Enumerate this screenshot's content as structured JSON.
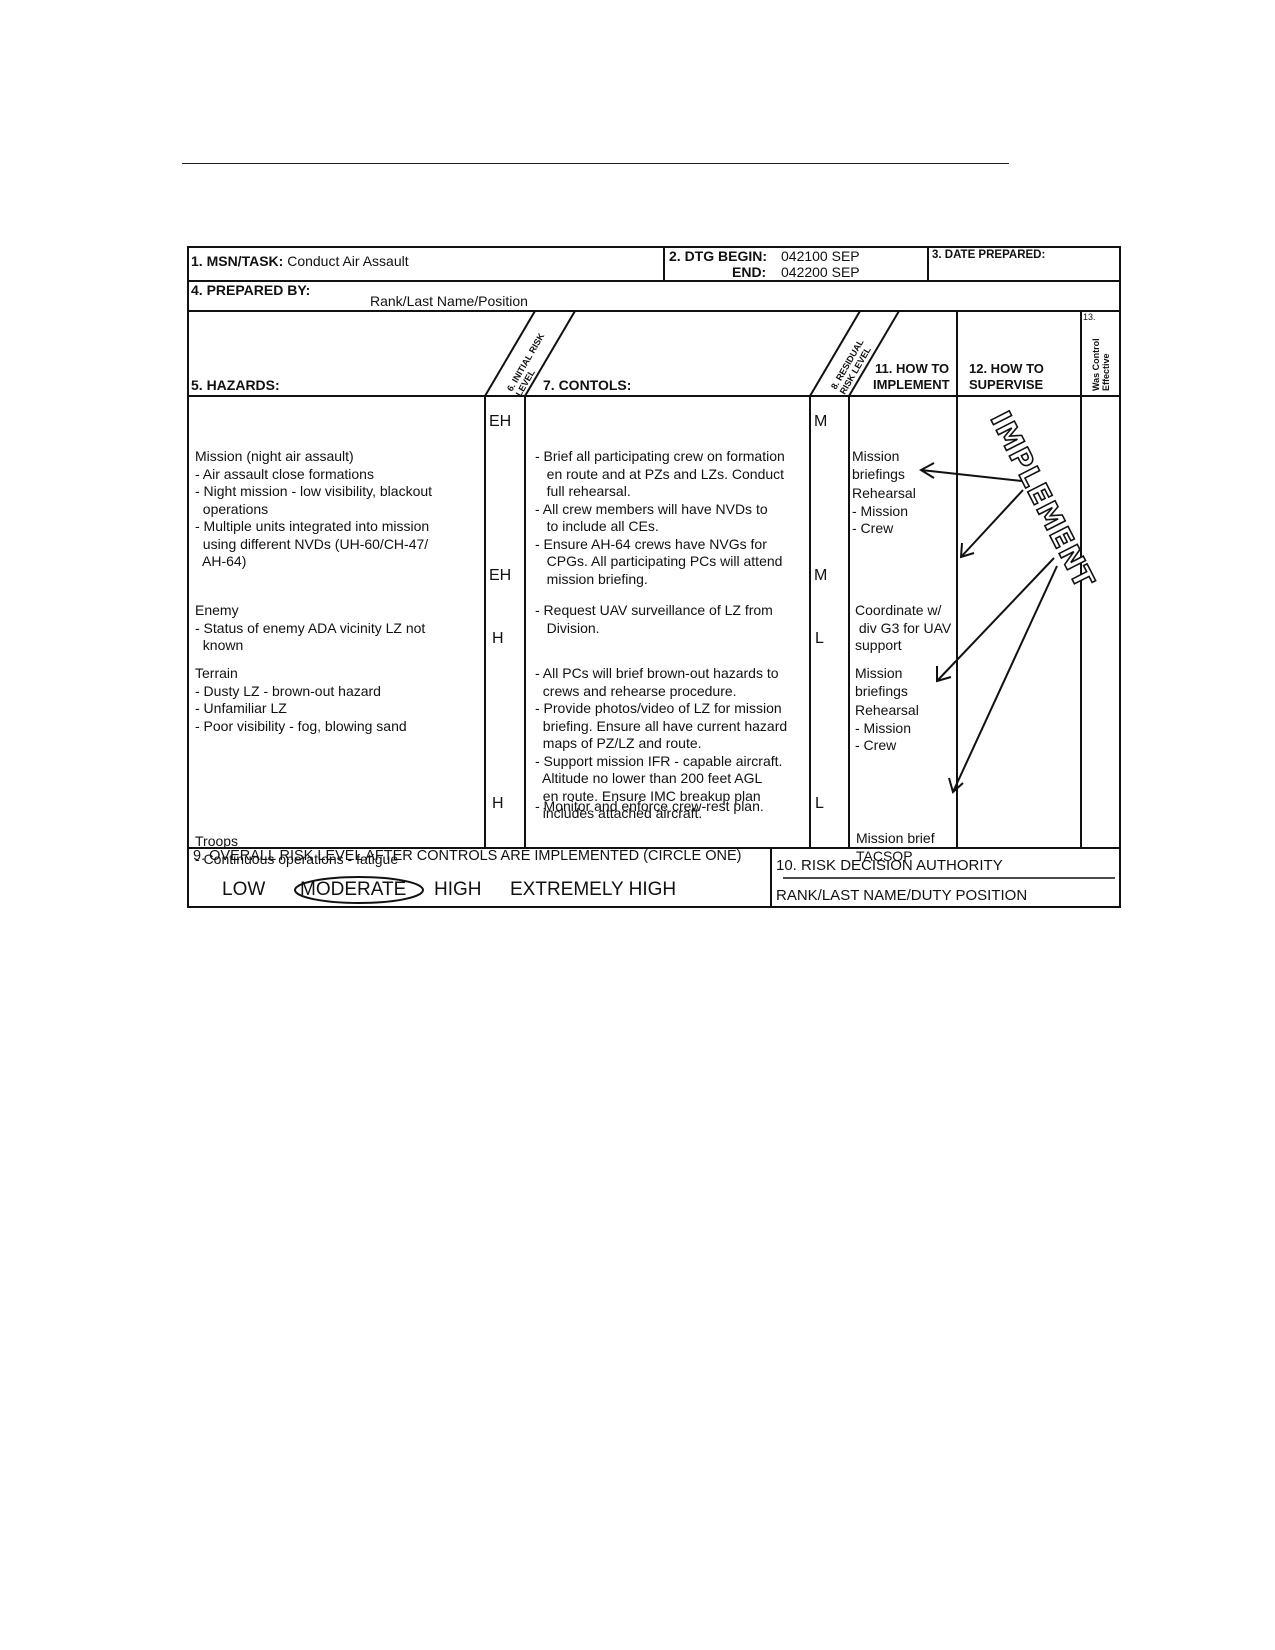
{
  "header": {
    "msn_label": "1. MSN/TASK:",
    "msn_value": "Conduct Air Assault",
    "dtg_begin_label": "2. DTG BEGIN:",
    "dtg_begin_value": "042100 SEP",
    "dtg_end_label": "END:",
    "dtg_end_value": "042200 SEP",
    "date_prepared_label": "3. DATE PREPARED:",
    "prepared_by_label": "4. PREPARED BY:",
    "prepared_by_value": "Rank/Last Name/Position"
  },
  "columns": {
    "hazards": "5. HAZARDS:",
    "initial_risk_line1": "6. INITIAL RISK",
    "initial_risk_line2": "LEVEL",
    "controls": "7. CONTOLS:",
    "residual_risk_line1": "8. RESIDUAL",
    "residual_risk_line2": "RISK LEVEL",
    "how_implement_line1": "11. HOW TO",
    "how_implement_line2": "IMPLEMENT",
    "how_supervise_line1": "12. HOW TO",
    "how_supervise_line2": "SUPERVISE",
    "was_effective_num": "13.",
    "was_effective_line1": "Was Control",
    "was_effective_line2": "Effective"
  },
  "rows": [
    {
      "hazard": [
        "Mission (night air assault)",
        "- Air assault close formations",
        "- Night mission - low visibility, blackout",
        "  operations",
        "- Multiple units integrated into mission",
        "  using different NVDs (UH-60/CH-47/",
        "  AH-64)"
      ],
      "initial": "EH",
      "controls": [
        "- Brief all participating crew on formation",
        "   en route and at PZs and LZs. Conduct",
        "   full rehearsal.",
        "- All crew members will have NVDs to",
        "   to include all CEs.",
        "- Ensure AH-64 crews have NVGs for",
        "   CPGs. All participating PCs will attend",
        "   mission briefing."
      ],
      "residual": "M",
      "implement": [
        "Mission",
        "briefings",
        "Rehearsal",
        "- Mission",
        "- Crew"
      ]
    },
    {
      "hazard": [
        "Enemy",
        "- Status of enemy ADA vicinity LZ not",
        "  known"
      ],
      "initial": "EH",
      "controls": [
        "- Request UAV surveillance of LZ from",
        "   Division."
      ],
      "residual": "M",
      "implement": [
        "Coordinate w/",
        " div G3 for UAV",
        "support"
      ]
    },
    {
      "hazard": [
        "Terrain",
        "- Dusty LZ - brown-out hazard",
        "- Unfamiliar LZ",
        "- Poor visibility - fog, blowing sand"
      ],
      "initial": "H",
      "controls": [
        "- All PCs will brief brown-out hazards to",
        "  crews and rehearse procedure.",
        "- Provide photos/video of LZ for mission",
        "  briefing. Ensure all have current hazard",
        "  maps of PZ/LZ and route.",
        "- Support mission IFR - capable aircraft.",
        "  Altitude no lower than 200 feet AGL",
        "  en route. Ensure IMC breakup plan",
        "  includes attached aircraft."
      ],
      "residual": "L",
      "implement": [
        "Mission",
        "briefings",
        "Rehearsal",
        "- Mission",
        "- Crew"
      ]
    },
    {
      "hazard": [
        "Troops",
        "- Continuous operations - fatigue"
      ],
      "initial": "H",
      "controls": [
        "- Monitor and enforce crew-rest plan."
      ],
      "residual": "L",
      "implement": [
        "Mission brief",
        "TACSOP"
      ]
    }
  ],
  "overall": {
    "label": "9. OVERALL RISK LEVEL AFTER CONTROLS ARE IMPLEMENTED (CIRCLE ONE)",
    "options": [
      "LOW",
      "MODERATE",
      "HIGH",
      "EXTREMELY HIGH"
    ],
    "selected": "MODERATE"
  },
  "authority": {
    "label": "10. RISK DECISION AUTHORITY",
    "value": "RANK/LAST NAME/DUTY POSITION"
  },
  "stamp": "IMPLEMENT"
}
